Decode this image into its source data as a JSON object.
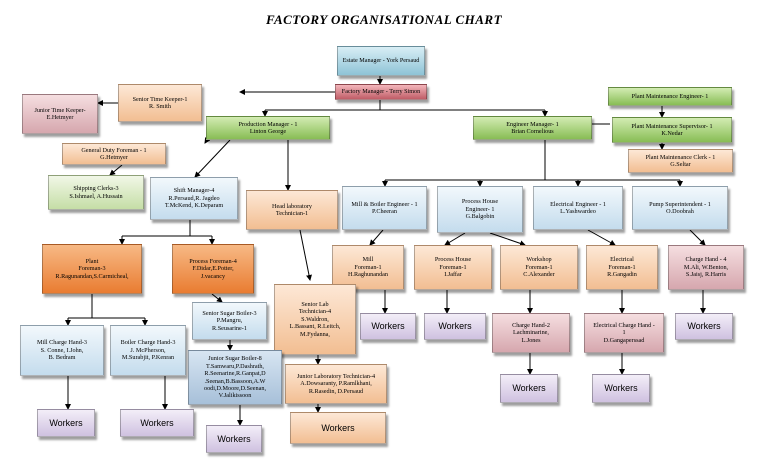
{
  "title": "FACTORY ORGANISATIONAL CHART",
  "boxes": {
    "estate_manager": [
      "Estate Manager - York Persaud"
    ],
    "factory_manager": [
      "Factory Manager - Terry Simon"
    ],
    "senior_time_keeper": [
      "Senior Time Keeper-1",
      "R. Smith"
    ],
    "junior_time_keeper": [
      "Junior Time Keeper-",
      "E.Hetmyer"
    ],
    "production_manager": [
      "Production Manager - 1",
      "Linton George"
    ],
    "engineer_manager": [
      "Engineer Manager- 1",
      "Brian Cornelious"
    ],
    "plant_maint_engineer": [
      "Plant Maintenance Engineer- 1"
    ],
    "plant_maint_supervisor": [
      "Plant Maintenance Supervisor- 1",
      "K.Nedar"
    ],
    "plant_maint_clerk": [
      "Plant Maintenance Clerk - 1",
      "G.Seltar"
    ],
    "general_duty_foreman": [
      "General Duty Foreman - 1",
      "G.Hetmyer"
    ],
    "shipping_clerks": [
      "Shipping Clerks-3",
      "S.Ishmael, A.Hussain"
    ],
    "shift_manager": [
      "Shift Manager-4",
      "R.Persaud,R. Jagdeo",
      "T.McKend, K.Deparam"
    ],
    "head_laboratory_technician": [
      "Head laboratory",
      "Technician-1"
    ],
    "mill_boiler_engineer": [
      "Mill & Boiler Engineer - 1",
      "P.Cheeran"
    ],
    "process_house_engineer": [
      "Process House",
      "Engineer- 1",
      "G.Balgobin"
    ],
    "electrical_engineer": [
      "Electrical Engineer - 1",
      "L.Yashwardeo"
    ],
    "pump_superintendent": [
      "Pump Superintendent - 1",
      "O.Doobrah"
    ],
    "plant_foreman": [
      "Plant",
      "Foreman-3",
      "R.Ragunandan,S.Carmicheal,"
    ],
    "process_foreman": [
      "Process Foreman-4",
      "F.Didar,E.Potter,",
      "J.vacancy"
    ],
    "mill_foreman": [
      "Mill",
      "Foreman-1",
      "H.Raghunandan"
    ],
    "process_house_foreman": [
      "Process House",
      "Foreman-1",
      "I.Jaffar"
    ],
    "workshop_foreman": [
      "Workshop",
      "Foreman-1",
      "C.Alexander"
    ],
    "electrical_foreman": [
      "Electrical",
      "Foreman-1",
      "R.Gangadin"
    ],
    "charge_hand_4": [
      "Charge Hand - 4",
      "M.Ali, W.Benton,",
      "S.Jaisj, R.Harris"
    ],
    "senior_sugar_boiler": [
      "Senior Sugar Boiler-3",
      "P.Mangru,",
      "R.Seusarine-1"
    ],
    "senior_lab_technician": [
      "Senior Lab",
      "Technician-4",
      "S.Waldron,",
      "L.Bassant, R.Leitch,",
      "M.Fydanna,"
    ],
    "charge_hand_2": [
      "Charge Hand-2",
      "Lachminarine,",
      "L.Jones"
    ],
    "electrical_charge_hand": [
      "Electrical Charge Hand -",
      "1",
      "D.Gangaperssad"
    ],
    "mill_charge_hand": [
      "Mill Charge Hand-3",
      "S. Conne, I.John,",
      "B. Bedram"
    ],
    "boiler_charge_hand": [
      "Boiler Charge Hand-3",
      "J. McPherson,",
      "M.Surabjit, P.Kenran"
    ],
    "junior_sugar_boiler": [
      "Junior Sugar Boiler-8",
      "T.Samwaru,P.Dashrath,",
      "R.Seenarine,R.Ganpat,D",
      ".Seenan,B.Bassoon,A.W",
      "oodi,D.Moore,D.Seenan,",
      "V.Jalikissoon"
    ],
    "junior_lab_technician": [
      "Junior Laboratory Technician-4",
      "A.Dowsaranty, P.Ramlkhani,",
      "R.Rasedin, D.Persaud"
    ]
  },
  "workers_label": "Workers"
}
